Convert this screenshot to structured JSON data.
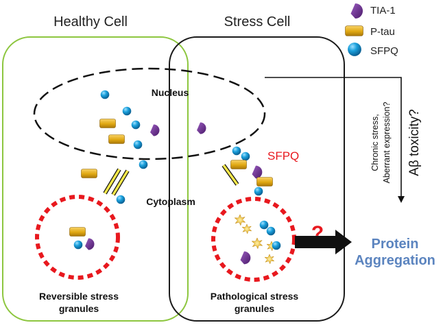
{
  "cells": {
    "healthy_title": "Healthy Cell",
    "stress_title": "Stress Cell"
  },
  "compartments": {
    "nucleus": "Nucleus",
    "cytoplasm": "Cytoplasm"
  },
  "granules": {
    "reversible_line1": "Reversible stress",
    "reversible_line2": "granules",
    "pathological_line1": "Pathological stress",
    "pathological_line2": "granules"
  },
  "legend": {
    "tia1": "TIA-1",
    "ptau": "P-tau",
    "sfpq": "SFPQ"
  },
  "labels": {
    "sfpq_highlight": "SFPQ",
    "side_line1": "Chronic stress,",
    "side_line2": "Aberrant expression?",
    "abeta": "Aβ toxicity?",
    "question": "?",
    "outcome_line1": "Protein",
    "outcome_line2": "Aggregation"
  },
  "colors": {
    "healthy_border": "#8dc63f",
    "stress_border": "#1a1a1a",
    "granule_border": "#e8181e",
    "tia1": "#6b2a8e",
    "ptau": "#e8b117",
    "sfpq": "#1aa0dc",
    "sfpq_label": "#e8181e",
    "outcome": "#5b84bf",
    "question": "#e8181e",
    "arrow_yellow": "#f5e84a"
  },
  "icons": {
    "tia1": "purple-half-disc",
    "ptau": "gold-rounded-block",
    "sfpq": "blue-sphere",
    "stress_star": "gold-starburst"
  }
}
